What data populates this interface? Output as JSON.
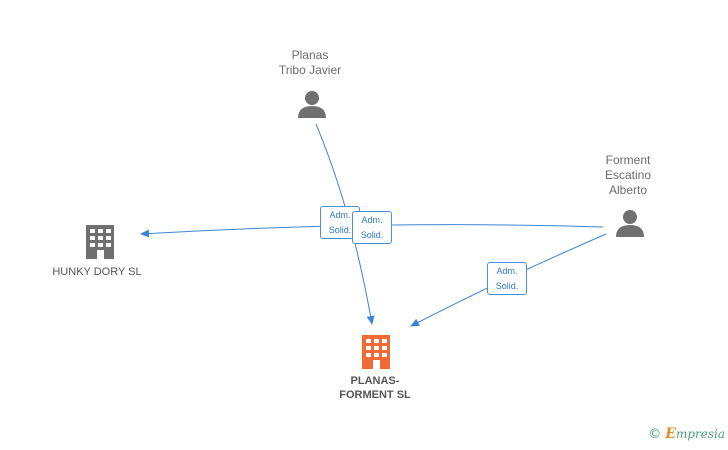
{
  "nodes": {
    "person_planas": {
      "name_line1": "Planas",
      "name_line2": "Tribo Javier"
    },
    "person_forment": {
      "name_line1": "Forment",
      "name_line2": "Escatino",
      "name_line3": "Alberto"
    },
    "company_hunky": {
      "name": "HUNKY DORY SL"
    },
    "company_main": {
      "name_line1": "PLANAS-",
      "name_line2": "FORMENT SL"
    }
  },
  "roles": [
    {
      "line1": "Adm.",
      "line2": "Solid."
    },
    {
      "line1": "Adm.",
      "line2": "Solid."
    },
    {
      "line1": "Adm.",
      "line2": "Solid."
    }
  ],
  "footer": {
    "copyright": "©",
    "brand_initial": "E",
    "brand_rest": "mpresia"
  },
  "colors": {
    "edge": "#3d85d4",
    "person_icon": "#707070",
    "company_icon": "#707070",
    "main_company_icon": "#f06a35"
  }
}
